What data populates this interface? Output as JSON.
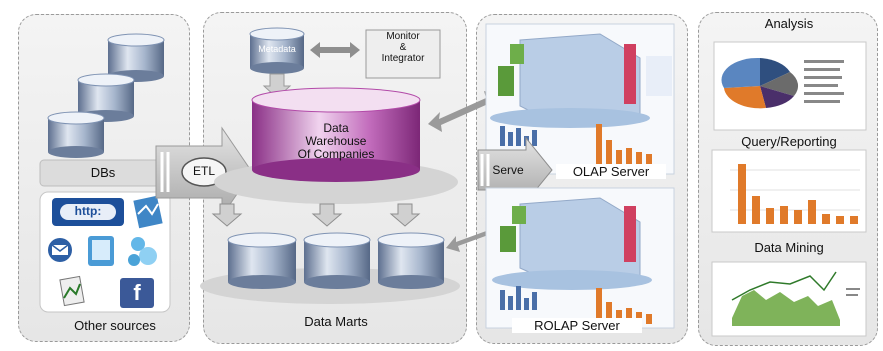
{
  "sources": {
    "dbs_label": "DBs",
    "other_label": "Other sources",
    "http_text": "http:",
    "facebook_glyph": "f"
  },
  "etl_label": "ETL",
  "warehouse": {
    "metadata_label": "Metadata",
    "monitor_label": "Monitor\n&\nIntegrator",
    "title_lines": [
      "Data",
      "Warehouse",
      "Of Companies"
    ],
    "marts_label": "Data Marts"
  },
  "serve_label": "Serve",
  "servers": {
    "olap_label": "OLAP Server",
    "rolap_label": "ROLAP Server"
  },
  "analysis": {
    "title": "Analysis",
    "query_label": "Query/Reporting",
    "mining_label": "Data Mining"
  },
  "colors": {
    "cylinder_blue": "#7f93b3",
    "warehouse_magenta": "#b24aa8",
    "arrow_gray": "#b8b8b8",
    "bar_orange": "#e07a2a",
    "cube_blue": "#b9cde6",
    "facebook_blue": "#3b5998"
  }
}
